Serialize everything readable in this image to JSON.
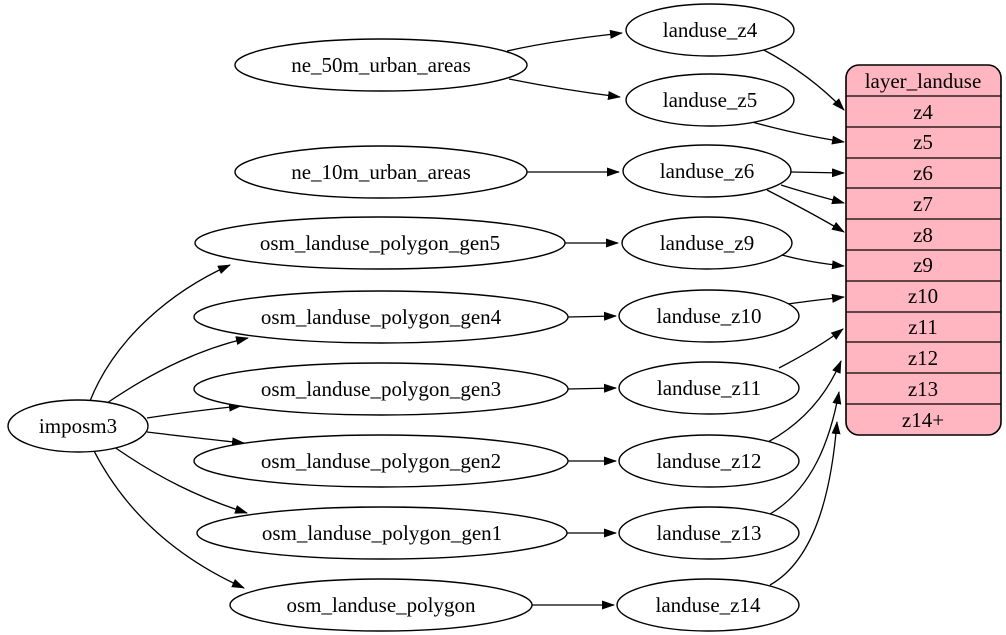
{
  "diagram": {
    "type": "dependency-graph",
    "root_node": {
      "label": "imposm3"
    },
    "source_nodes": [
      "ne_50m_urban_areas",
      "ne_10m_urban_areas",
      "osm_landuse_polygon_gen5",
      "osm_landuse_polygon_gen4",
      "osm_landuse_polygon_gen3",
      "osm_landuse_polygon_gen2",
      "osm_landuse_polygon_gen1",
      "osm_landuse_polygon"
    ],
    "view_nodes": [
      "landuse_z4",
      "landuse_z5",
      "landuse_z6",
      "landuse_z9",
      "landuse_z10",
      "landuse_z11",
      "landuse_z12",
      "landuse_z13",
      "landuse_z14"
    ],
    "layer_table": {
      "title": "layer_landuse",
      "rows": [
        "z4",
        "z5",
        "z6",
        "z7",
        "z8",
        "z9",
        "z10",
        "z11",
        "z12",
        "z13",
        "z14+"
      ],
      "fill": "#ffb6c1",
      "stroke": "#000000"
    },
    "edges": [
      [
        "imposm3",
        "osm_landuse_polygon_gen5"
      ],
      [
        "imposm3",
        "osm_landuse_polygon_gen4"
      ],
      [
        "imposm3",
        "osm_landuse_polygon_gen3"
      ],
      [
        "imposm3",
        "osm_landuse_polygon_gen2"
      ],
      [
        "imposm3",
        "osm_landuse_polygon_gen1"
      ],
      [
        "imposm3",
        "osm_landuse_polygon"
      ],
      [
        "ne_50m_urban_areas",
        "landuse_z4"
      ],
      [
        "ne_50m_urban_areas",
        "landuse_z5"
      ],
      [
        "ne_10m_urban_areas",
        "landuse_z6"
      ],
      [
        "osm_landuse_polygon_gen5",
        "landuse_z9"
      ],
      [
        "osm_landuse_polygon_gen4",
        "landuse_z10"
      ],
      [
        "osm_landuse_polygon_gen3",
        "landuse_z11"
      ],
      [
        "osm_landuse_polygon_gen2",
        "landuse_z12"
      ],
      [
        "osm_landuse_polygon_gen1",
        "landuse_z13"
      ],
      [
        "osm_landuse_polygon",
        "landuse_z14"
      ],
      [
        "landuse_z4",
        "layer_landuse:z4"
      ],
      [
        "landuse_z5",
        "layer_landuse:z5"
      ],
      [
        "landuse_z6",
        "layer_landuse:z6"
      ],
      [
        "landuse_z6",
        "layer_landuse:z7"
      ],
      [
        "landuse_z6",
        "layer_landuse:z8"
      ],
      [
        "landuse_z9",
        "layer_landuse:z9"
      ],
      [
        "landuse_z10",
        "layer_landuse:z10"
      ],
      [
        "landuse_z11",
        "layer_landuse:z11"
      ],
      [
        "landuse_z12",
        "layer_landuse:z12"
      ],
      [
        "landuse_z13",
        "layer_landuse:z13"
      ],
      [
        "landuse_z14",
        "layer_landuse:z14+"
      ]
    ]
  }
}
